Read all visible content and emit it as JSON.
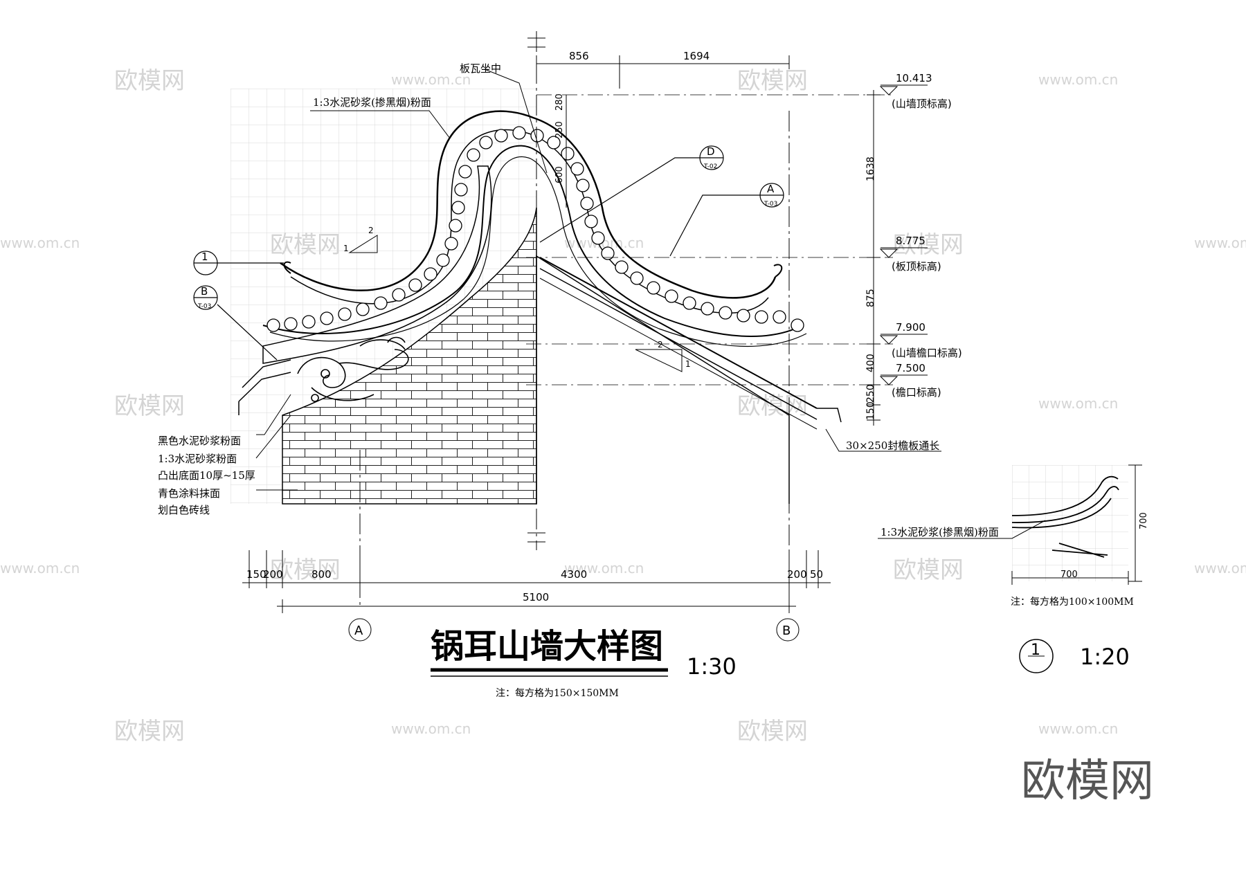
{
  "title": "锅耳山墙大样图",
  "scale": "1:30",
  "note": "注：每方格为150×150MM",
  "detail": {
    "marker": "1",
    "scale": "1:20",
    "note": "注：每方格为100×100MM",
    "label": "1:3水泥砂浆(掺黑烟)粉面",
    "dim_width": "700",
    "dim_height": "700"
  },
  "labels": {
    "ban_wa_zuo_zhong": "板瓦坐中",
    "mortar_top": "1:3水泥砂浆(掺黑烟)粉面",
    "black_mortar": "黑色水泥砂浆粉面",
    "mortar_13": "1:3水泥砂浆粉面",
    "protrude": "凸出底面10厚~15厚",
    "cyan_paint": "青色涂料抹面",
    "white_lines": "划白色砖线",
    "eave_board": "30×250封檐板通长"
  },
  "callouts": [
    {
      "letter": "D",
      "sheet": "T-02"
    },
    {
      "letter": "A",
      "sheet": "T-03"
    },
    {
      "letter": "B",
      "sheet": "T-03"
    },
    {
      "letter": "1",
      "sheet": ""
    }
  ],
  "levels": [
    {
      "value": "10.413",
      "label": "(山墙顶标高)"
    },
    {
      "value": "8.775",
      "label": "(板顶标高)"
    },
    {
      "value": "7.900",
      "label": "(山墙檐口标高)"
    },
    {
      "value": "7.500",
      "label": "(檐口标高)"
    }
  ],
  "dims_top": [
    "856",
    "1694"
  ],
  "dims_right": [
    "1638",
    "875",
    "400",
    "250",
    "150"
  ],
  "dims_center": [
    "600",
    "250",
    "280"
  ],
  "dims_bottom": [
    "150",
    "200",
    "800",
    "4300",
    "200",
    "50"
  ],
  "dim_total": "5100",
  "axes": [
    "A",
    "B"
  ],
  "slope": {
    "run": "2",
    "rise": "1"
  },
  "watermark": {
    "brand": "欧模网",
    "url": "www.om.cn"
  }
}
